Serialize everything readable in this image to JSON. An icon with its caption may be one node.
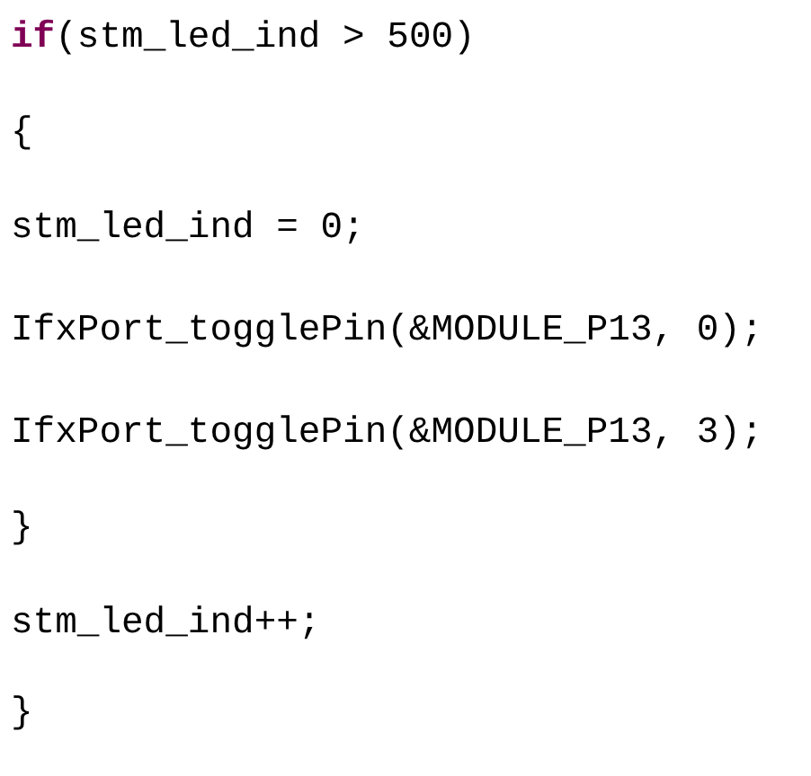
{
  "diagram": {
    "labels": [
      "**if**(stm_led_ind > 500)",
      "{",
      "stm_led_ind = 0;",
      "IfxPort_togglePin(&MODULE_P13, 0);",
      "IfxPort_togglePin(&MODULE_P13, 3);",
      "}",
      "stm_led_ind++;",
      "}"
    ]
  }
}
